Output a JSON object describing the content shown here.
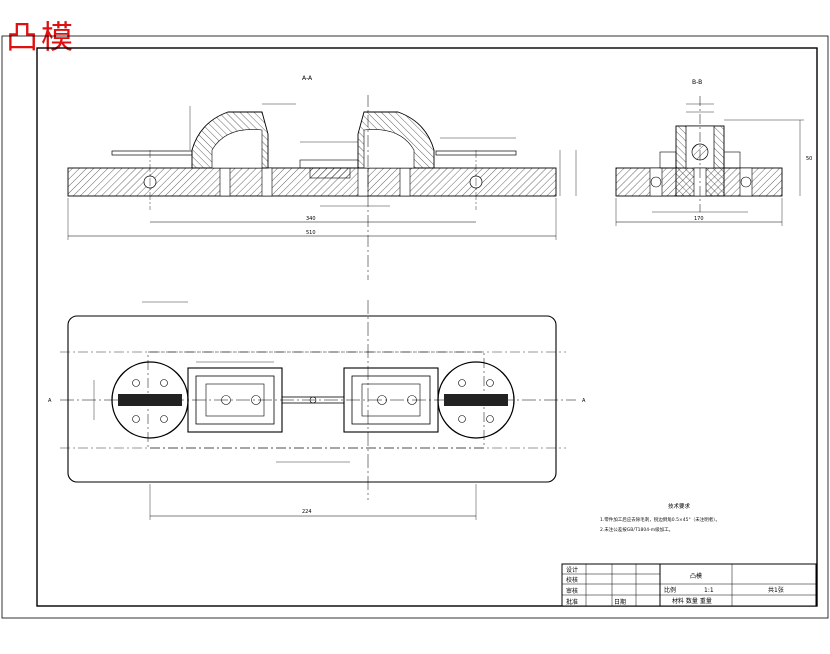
{
  "stamp_text": "凸模",
  "views": {
    "section_aa": "A-A",
    "section_bb": "B-B",
    "cut_mark": "A"
  },
  "tech_requirements": {
    "title": "技术要求",
    "lines": [
      "1.零件加工后应去除毛刺，锐边倒角0.5×45°（未注明者）。",
      "2.未注公差按GB/T1804-m级加工。"
    ]
  },
  "title_block": {
    "designer": "设计",
    "checker": "校核",
    "reviewer": "审核",
    "approver": "批准",
    "date": "日期",
    "part_name": "凸模",
    "scale_label": "比例",
    "scale_value": "1:1",
    "sheet": "共1张",
    "material": "材料 数量 重量"
  },
  "dimensions": {
    "overall_length": "510",
    "span": "340",
    "bottom_span": "224",
    "width_bb": "170",
    "height_bb": "50"
  }
}
